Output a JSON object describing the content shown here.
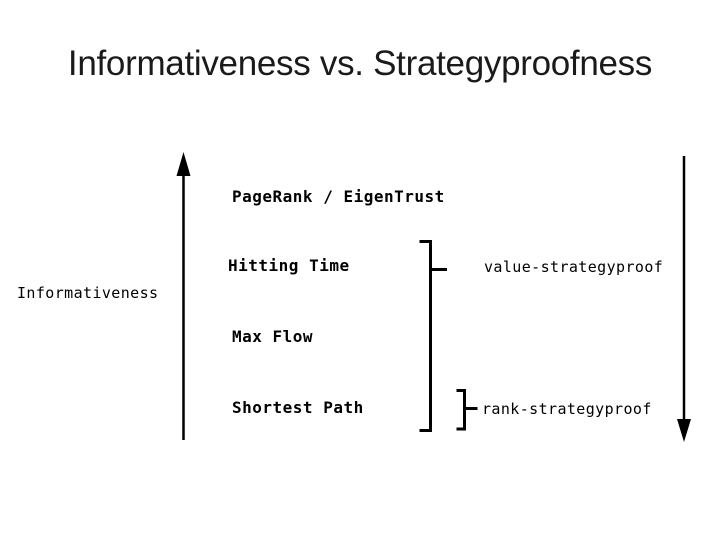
{
  "slide": {
    "title": "Informativeness vs. Strategyproofness"
  },
  "diagram": {
    "axis_label": "Informativeness",
    "methods": [
      {
        "label": "PageRank / EigenTrust"
      },
      {
        "label": "Hitting Time"
      },
      {
        "label": "Max Flow"
      },
      {
        "label": "Shortest Path"
      }
    ],
    "groups": [
      {
        "label": "value-strategyproof"
      },
      {
        "label": "rank-strategyproof"
      }
    ],
    "icons": {
      "up_arrow": "↑",
      "down_arrow": "↓"
    }
  },
  "colors": {
    "ink": "#000000",
    "title_ink": "#1a1a1a",
    "background": "#ffffff"
  }
}
